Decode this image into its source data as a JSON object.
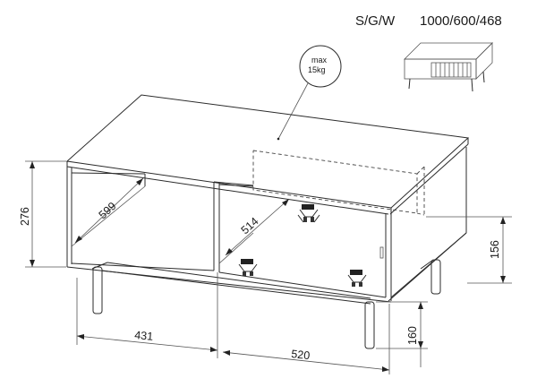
{
  "header": {
    "variant_codes": "S/G/W",
    "dimensions": "1000/600/468"
  },
  "load_note": {
    "line1": "max",
    "line2": "15kg"
  },
  "dimensions": {
    "height_total": "276",
    "depth_left": "599",
    "depth_right": "514",
    "compartment_height": "156",
    "width_left": "431",
    "width_right": "520",
    "leg_height": "160"
  },
  "icons": {
    "hinge": "hinge-icon",
    "leader": "callout-leader"
  }
}
